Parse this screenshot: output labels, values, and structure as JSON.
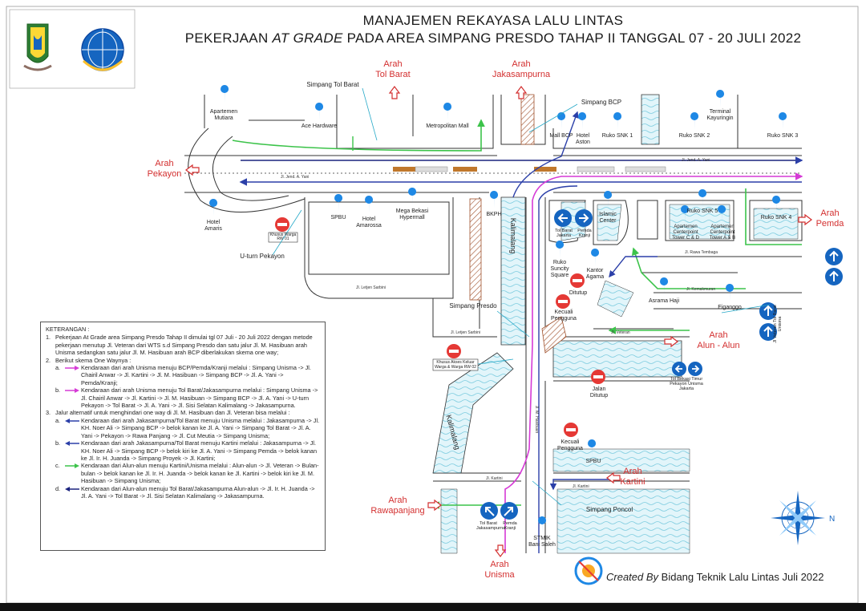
{
  "title": {
    "line1": "MANAJEMEN REKAYASA LALU LINTAS",
    "line2_a": "PEKERJAAN ",
    "line2_b": "AT GRADE",
    "line2_c": " PADA AREA SIMPANG PRESDO TAHAP II TANGGAL 07 - 20 JULI 2022"
  },
  "directions": {
    "tol_barat": [
      "Arah",
      "Tol Barat"
    ],
    "jakasampurna": [
      "Arah",
      "Jakasampurna"
    ],
    "pekayon": [
      "Arah",
      "Pekayon"
    ],
    "pemda": [
      "Arah",
      "Pemda"
    ],
    "alun_alun": [
      "Arah",
      "Alun - Alun"
    ],
    "kartini": [
      "Arah",
      "Kartini"
    ],
    "rawapanjang": [
      "Arah",
      "Rawapanjang"
    ],
    "unisma": [
      "Arah",
      "Unisma"
    ]
  },
  "places": {
    "simpang_tol_barat": "Simpang Tol Barat",
    "simpang_bcp": "Simpang BCP",
    "apartemen_mutiara": "Apartemen Mutiara",
    "ace_hardware": "Ace Hardware",
    "metropolitan_mall": "Metropolitan Mall",
    "mall_bcp": "Mall BCP",
    "hotel_aston": "Hotel Aston",
    "ruko_snk_1": "Ruko SNK 1",
    "ruko_snk_2": "Ruko SNK 2",
    "terminal_kayuringin": "Terminal Kayuringin",
    "ruko_snk_3": "Ruko SNK 3",
    "hotel_amaris": "Hotel Amaris",
    "spbu": "SPBU",
    "hotel_amarossa": "Hotel Amarossa",
    "mega_bekasi": "Mega Bekasi Hypermall",
    "bkph": "BKPH",
    "islamic_center": "Islamic Center",
    "ruko_snk_5": "Ruko SNK 5",
    "apartemen_cd": "Apartemen Centerpoint Tower C & D",
    "apartemen_ab": "Apartemen Centerpoint Tower A & B",
    "ruko_snk_4": "Ruko SNK 4",
    "ruko_suncity": "Ruko Suncity Square",
    "kantor_agama": "Kantor Agama",
    "asrama_haji": "Asrama Haji",
    "eiganggo": "Eiganggo",
    "u_turn_pekayon": "U-turn Pekayon",
    "simpang_presdo": "Simpang Presdo",
    "kalimalang_1": "Kalimalang",
    "kalimalang_2": "Kalimalang",
    "spbu_2": "SPBU",
    "simpang_poncol": "Simpang Poncol",
    "stmik": "STMIK Bani Saleh",
    "jalan_ditutup": "Jalan Ditutup",
    "ditutup": "Ditutup",
    "kecuali_pengguna_1": "Kecuali Pengguna",
    "kecuali_pengguna_2": "Kecuali Pengguna",
    "khusus_warga_1": "Khusus Warga RW 01",
    "khusus_warga_2": "Khusus Akses Keluar Warga & Warga RW 02",
    "tol_barat_jakasampurna": "Tol Barat Jakasampurna",
    "pemda_kranji": "Pemda Kranji",
    "tol_barat_jaka": "Tol Barat Jakarta",
    "pemda_kranji_2": "Pemda Kranji",
    "tol_bekasi_timur": "Tol Bekasi Timur Pekayon Unisma Jakarta",
    "jl_veteran_tol": "Jl Veteran Tol Barat Unisma"
  },
  "roads": {
    "jend_a_yani_1": "Jl. Jend. A. Yani",
    "jend_a_yani_2": "Jl. Jend. A. Yani",
    "letjen_sarbini_1": "Jl. Letjen Sarbini",
    "letjen_sarbini_2": "Jl. Letjen Sarbini",
    "rawa_tembaga": "Jl. Rawa Tembaga",
    "kemakmuran": "Jl. Kemakmuran",
    "veteran": "Jl. Veteran",
    "kartini_1": "Jl. Kartini",
    "kartini_2": "Jl. Kartini",
    "m_hasibuan": "Jl. M. Hasibuan"
  },
  "legend": {
    "header": "KETERANGAN :",
    "item1": "Pekerjaan At Grade area Simpang Presdo Tahap II dimulai tgl 07 Juli - 20 Juli 2022 dengan metode pekerjaan menutup Jl. Veteran dari WTS s.d Simpang Presdo dan satu jalur Jl. M. Hasibuan arah Unisma sedangkan satu jalur Jl. M. Hasibuan arah BCP diberlakukan skema one way;",
    "item2": "Berikut skema One Waynya :",
    "item2a": "Kendaraan dari arah Unisma menuju BCP/Pemda/Kranji melalui : Simpang Unisma -> Jl. Chairil Anwar -> Jl. Kartini -> Jl. M. Hasibuan -> Simpang BCP -> Jl. A. Yani -> Pemda/Kranji;",
    "item2b": "Kendaraan dari arah Unisma menuju Tol Barat/Jakasampurna melalui : Simpang Unisma -> Jl. Chairil Anwar -> Jl. Kartini -> Jl. M. Hasibuan -> Simpang BCP -> Jl. A. Yani -> U-turn Pekayon -> Tol Barat -> Jl. A. Yani -> Jl. Sisi Selatan Kalimalang -> Jakasampurna.",
    "item3": "Jalur alternatif untuk menghindari one way di Jl. M. Hasibuan dan Jl. Veteran bisa melalui :",
    "item3a": "Kendaraan dari arah Jakasampurna/Tol Barat menuju Unisma melalui : Jakasampurna -> Jl. KH. Noer Ali -> Simpang BCP -> belok kanan ke Jl. A. Yani -> Simpang Tol Barat -> Jl. A. Yani -> Pekayon -> Rawa Panjang -> Jl. Cut Meutia -> Simpang Unisma;",
    "item3b": "Kendaraan dari arah Jakasampurna/Tol Barat menuju Kartini melalui : Jakasampurna -> Jl. KH. Noer Ali -> Simpang BCP -> belok kiri ke Jl. A. Yani -> Simpang Pemda -> belok kanan ke Jl. Ir. H. Juanda -> Simpang Proyek -> Jl. Kartini;",
    "item3c": "Kendaraan dari Alun-alun menuju Kartini/Unisma melalui : Alun-alun -> Jl. Veteran -> Bulan-bulan -> belok kanan ke Jl. Ir. H. Juanda -> belok kanan ke Jl. Kartini -> belok kiri ke Jl. M. Hasibuan -> Simpang Unisma;",
    "item3d": "Kendaraan dari Alun-alun menuju Tol Barat/Jakasampurna Alun-alun -> Jl. Ir. H. Juanda -> Jl. A. Yani -> Tol Barat -> Jl. Sisi Selatan Kalimalang -> Jakasampurna."
  },
  "credit": {
    "by": "Created By ",
    "org": "Bidang Teknik Lalu Lintas Juli 2022"
  },
  "colors": {
    "route_pink": "#d63ad6",
    "route_blue": "#2b3fa8",
    "route_green": "#3cc34a",
    "route_darkblue": "#1a237e",
    "direction_red": "#d32f2f",
    "marker_blue": "#1e88e5",
    "water": "#d7f1f7",
    "hatch": "#a0522d"
  }
}
